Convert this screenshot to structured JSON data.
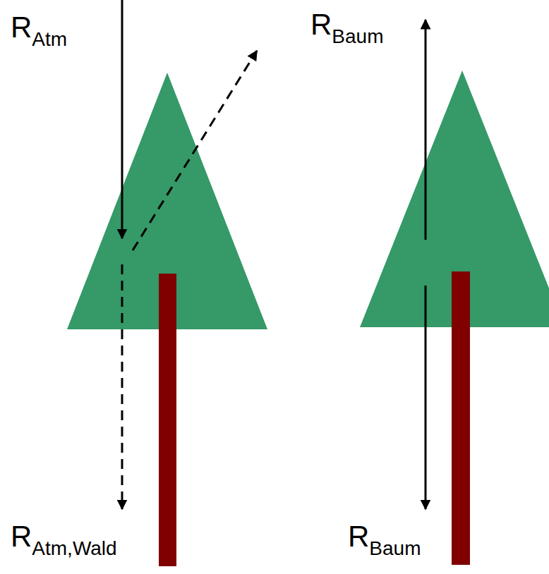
{
  "diagram": {
    "labels": [
      "R",
      "Atm",
      "R",
      "Baum",
      "R",
      "Atm,Wald",
      "R",
      "Baum"
    ]
  }
}
